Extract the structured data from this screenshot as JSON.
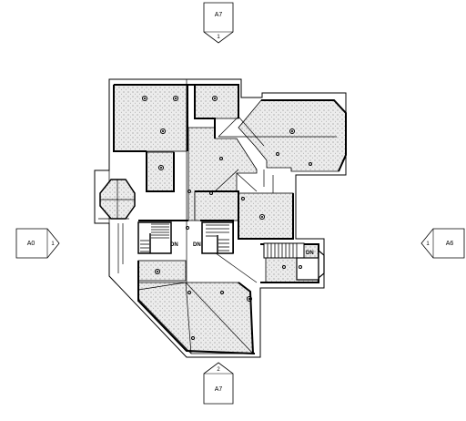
{
  "section_markers": {
    "top": {
      "sheet": "A7",
      "number": "1"
    },
    "bottom": {
      "sheet": "A7",
      "number": "2"
    },
    "left": {
      "sheet": "A0",
      "number": "1"
    },
    "right": {
      "sheet": "A6",
      "number": "1"
    }
  },
  "stair_labels": [
    "DN",
    "DN",
    "DN"
  ],
  "colors": {
    "line": "#000000",
    "fill": "#dddddd",
    "background": "#ffffff"
  }
}
